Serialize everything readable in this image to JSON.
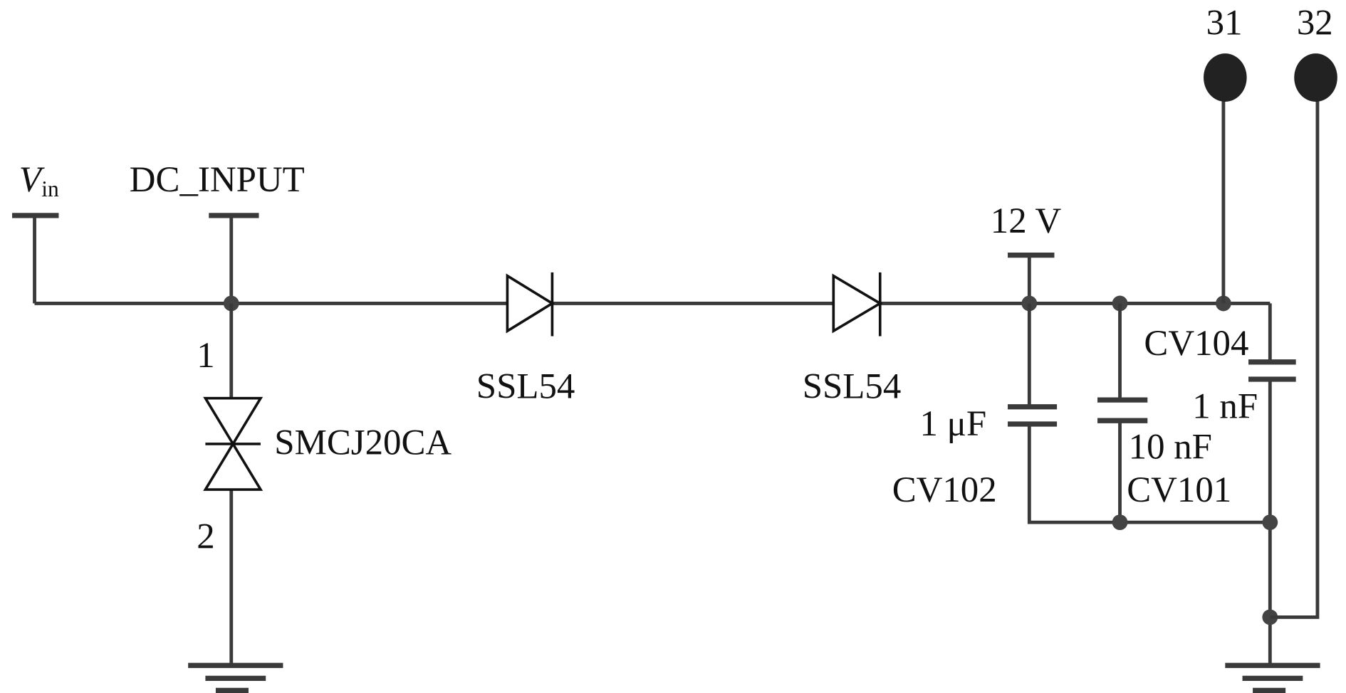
{
  "labels": {
    "vin": "V",
    "vin_sub": "in",
    "dc_input": "DC_INPUT",
    "pin1": "1",
    "pin2": "2",
    "tvs": "SMCJ20CA",
    "diode1": "SSL54",
    "diode2": "SSL54",
    "v12": "12 V",
    "cv102_value": "1 μF",
    "cv102_name": "CV102",
    "cv101_value": "10 nF",
    "cv101_name": "CV101",
    "cv104_value": "1 nF",
    "cv104_name": "CV104",
    "pad31": "31",
    "pad32": "32"
  }
}
